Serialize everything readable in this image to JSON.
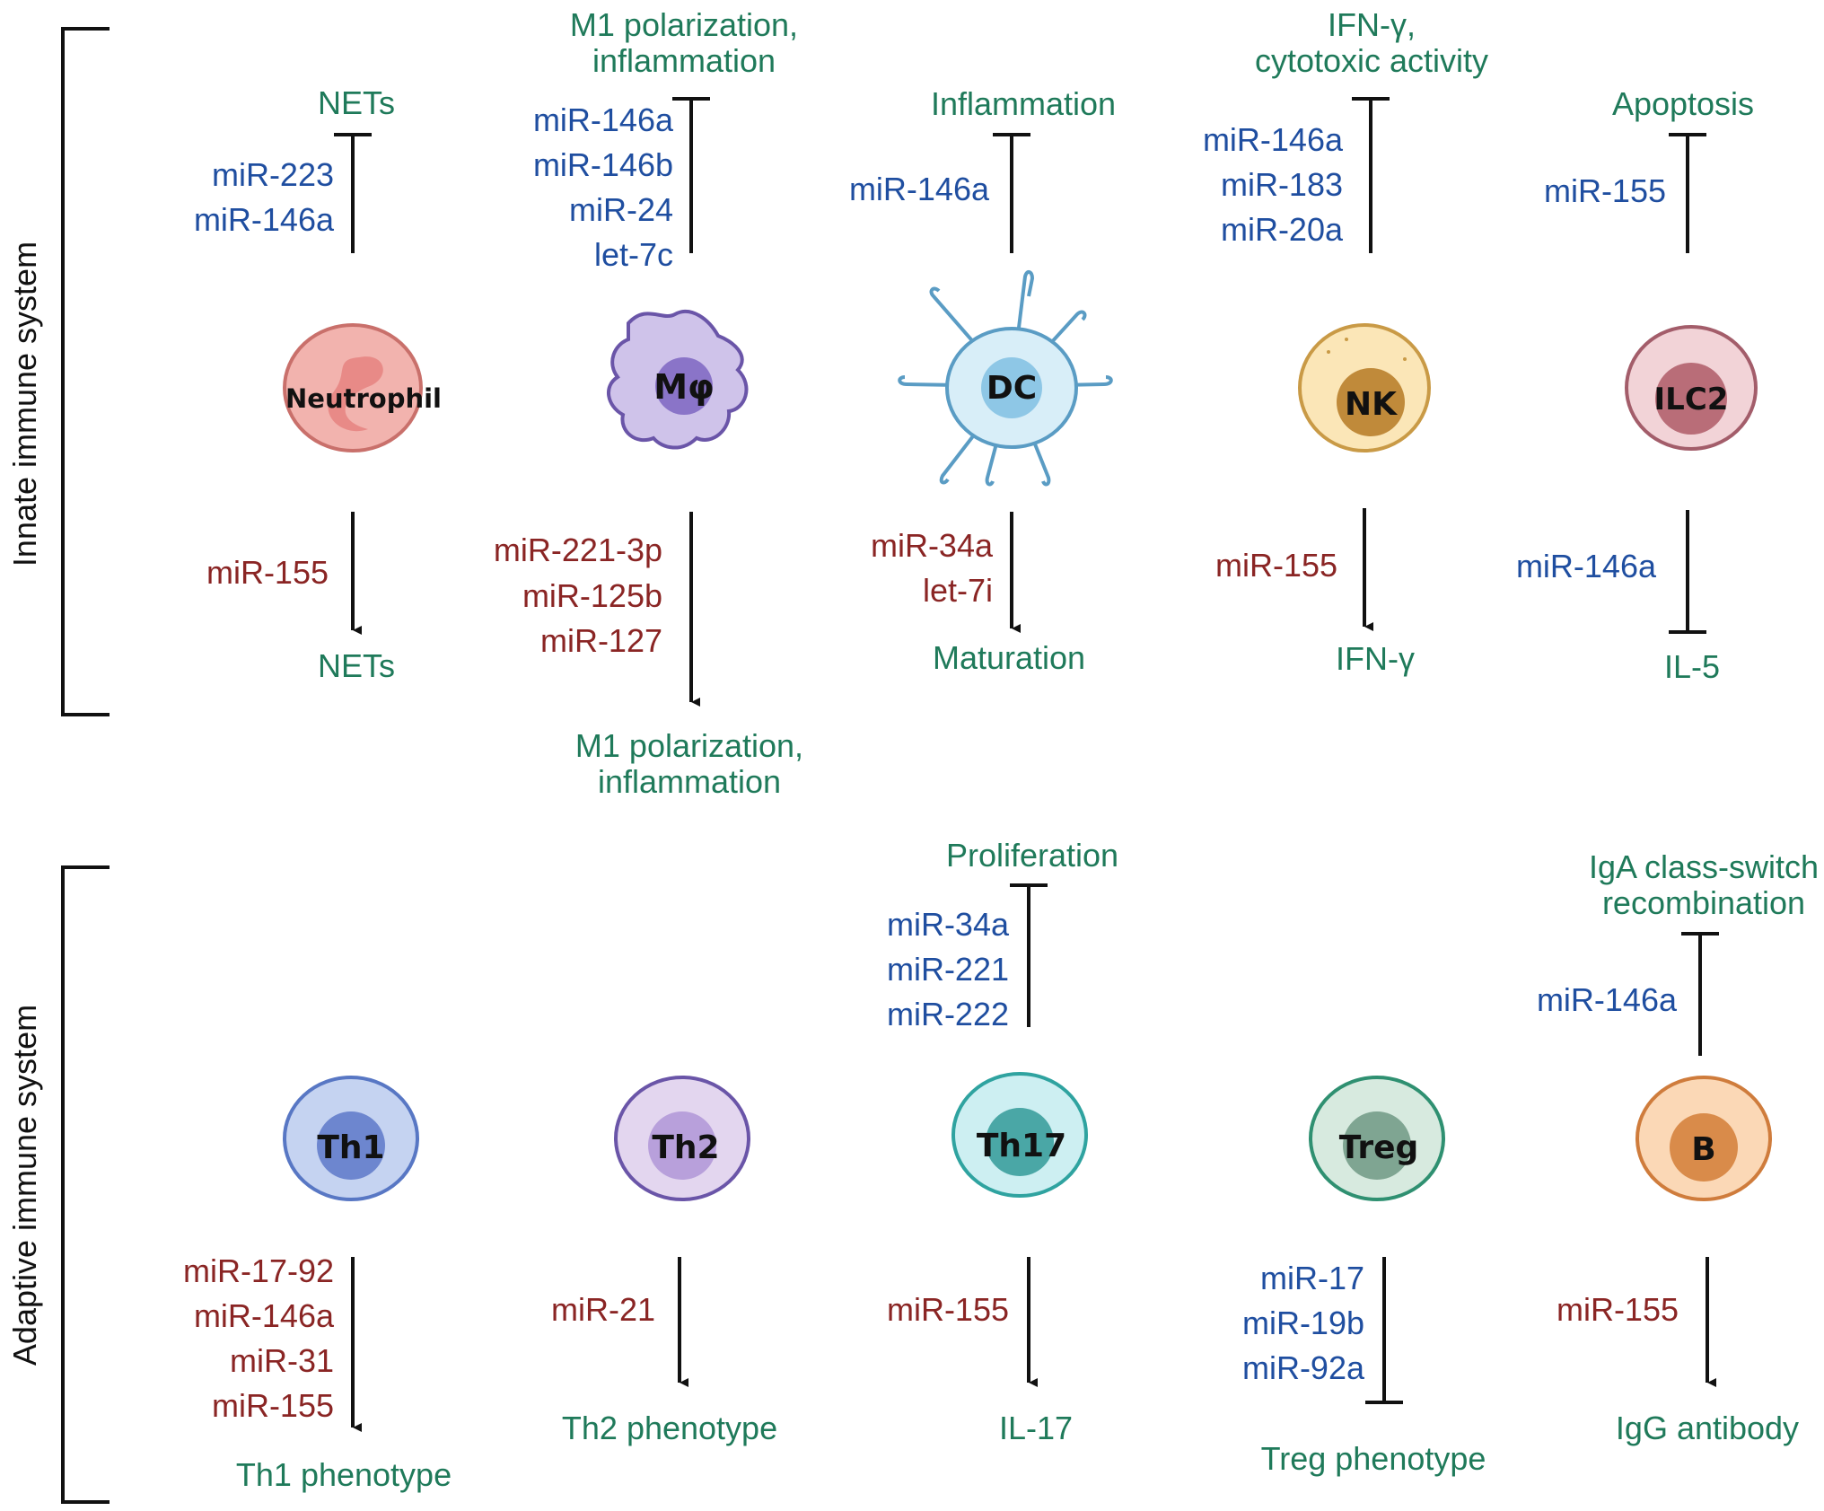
{
  "sections": {
    "innate": "Innate immune system",
    "adaptive": "Adaptive immune system"
  },
  "cells": {
    "neutrophil": {
      "name": "Neutrophil",
      "above_effect": "NETs",
      "above_mirnas": [
        "miR-223",
        "miR-146a"
      ],
      "below_mirnas": [
        "miR-155"
      ],
      "below_effect": "NETs"
    },
    "macrophage": {
      "name": "Mφ",
      "above_effect": [
        "M1 polarization,",
        "inflammation"
      ],
      "above_mirnas": [
        "miR-146a",
        "miR-146b",
        "miR-24",
        "let-7c"
      ],
      "below_mirnas": [
        "miR-221-3p",
        "miR-125b",
        "miR-127"
      ],
      "below_effect": [
        "M1 polarization,",
        "inflammation"
      ]
    },
    "dc": {
      "name": "DC",
      "above_effect": "Inflammation",
      "above_mirnas": [
        "miR-146a"
      ],
      "below_mirnas": [
        "miR-34a",
        "let-7i"
      ],
      "below_effect": "Maturation"
    },
    "nk": {
      "name": "NK",
      "above_effect": [
        "IFN-γ,",
        "cytotoxic activity"
      ],
      "above_mirnas": [
        "miR-146a",
        "miR-183",
        "miR-20a"
      ],
      "below_mirnas": [
        "miR-155"
      ],
      "below_effect": "IFN-γ"
    },
    "ilc2": {
      "name": "ILC2",
      "above_effect": "Apoptosis",
      "above_mirnas": [
        "miR-155"
      ],
      "below_mirnas": [
        "miR-146a"
      ],
      "below_effect": "IL-5"
    },
    "th1": {
      "name": "Th1",
      "below_mirnas": [
        "miR-17-92",
        "miR-146a",
        "miR-31",
        "miR-155"
      ],
      "below_effect": "Th1 phenotype"
    },
    "th2": {
      "name": "Th2",
      "below_mirnas": [
        "miR-21"
      ],
      "below_effect": "Th2 phenotype"
    },
    "th17": {
      "name": "Th17",
      "above_effect": "Proliferation",
      "above_mirnas": [
        "miR-34a",
        "miR-221",
        "miR-222"
      ],
      "below_mirnas": [
        "miR-155"
      ],
      "below_effect": "IL-17"
    },
    "treg": {
      "name": "Treg",
      "below_mirnas": [
        "miR-17",
        "miR-19b",
        "miR-92a"
      ],
      "below_effect": "Treg phenotype"
    },
    "b": {
      "name": "B",
      "above_effect": [
        "IgA class-switch",
        "recombination"
      ],
      "above_mirnas": [
        "miR-146a"
      ],
      "below_mirnas": [
        "miR-155"
      ],
      "below_effect": "IgG antibody"
    }
  },
  "colors": {
    "effect_text": "#1f7a5a",
    "inhibiting_mirna": "#1f4ea0",
    "promoting_mirna": "#8a2524",
    "neutrophil": "#f2b3ae",
    "macrophage": "#cfc3ea",
    "dc": "#d8eef8",
    "nk": "#fbe6b7",
    "ilc2": "#f2d3d7",
    "th1": "#c5d3f1",
    "th2": "#e3d6ef",
    "th17": "#cdeff2",
    "treg": "#d7eadf",
    "b": "#fbd8b6"
  }
}
